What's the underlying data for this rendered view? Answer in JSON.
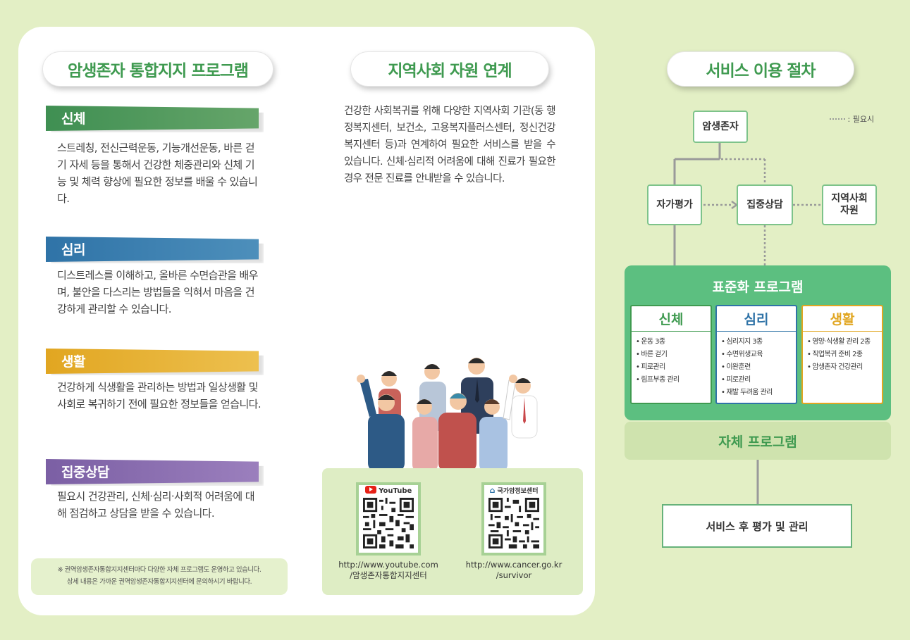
{
  "left": {
    "title": "암생존자 통합지지 프로그램",
    "sections": [
      {
        "label": "신체",
        "text": "스트레칭, 전신근력운동, 기능개선운동, 바른 걷기 자세 등을 통해서 건강한 체중관리와 신체 기능 및 체력 향상에 필요한 정보를 배울 수 있습니다."
      },
      {
        "label": "심리",
        "text": "디스트레스를 이해하고, 올바른 수면습관을 배우며, 불안을 다스리는 방법들을 익혀서 마음을 건강하게 관리할 수 있습니다."
      },
      {
        "label": "생활",
        "text": "건강하게 식생활을 관리하는 방법과 일상생활 및 사회로 복귀하기 전에 필요한 정보들을 얻습니다."
      },
      {
        "label": "집중상담",
        "text": "필요시 건강관리, 신체·심리·사회적 어려움에 대해 점검하고 상담을 받을 수 있습니다."
      }
    ],
    "note_line1": "※ 권역암생존자통합지지센터마다 다양한 자체 프로그램도 운영하고 있습니다.",
    "note_line2": "상세 내용은 가까운 권역암생존자통합지지센터에 문의하시기 바랍니다."
  },
  "middle": {
    "title": "지역사회 자원 연계",
    "text": "건강한 사회복귀를 위해 다양한 지역사회 기관(동 행정복지센터, 보건소, 고용복지플러스센터, 정신건강복지센터 등)과 연계하여 필요한 서비스를 받을 수 있습니다. 신체·심리적 어려움에 대해 진료가 필요한 경우 전문 진료를 안내받을 수 있습니다.",
    "qr": [
      {
        "label": "YouTube",
        "url1": "http://www.youtube.com",
        "url2": "/암생존자통합지지센터"
      },
      {
        "label": "국가암정보센터",
        "url1": "http://www.cancer.go.kr",
        "url2": "/survivor"
      }
    ]
  },
  "right": {
    "title": "서비스 이용 절차",
    "legend": ": 필요시",
    "nodes": {
      "survivor": "암생존자",
      "self_eval": "자가평가",
      "counsel": "집중상담",
      "community1": "지역사회",
      "community2": "자원"
    },
    "standard_title": "표준화 프로그램",
    "columns": [
      {
        "label": "신체",
        "color": "#3f9a50",
        "items": [
          "운동 3종",
          "바른 걷기",
          "피로관리",
          "림프부종 관리"
        ]
      },
      {
        "label": "심리",
        "color": "#2f73a7",
        "items": [
          "심리지지 3종",
          "수면위생교육",
          "이완훈련",
          "피로관리",
          "재발 두려움 관리"
        ]
      },
      {
        "label": "생활",
        "color": "#e1a621",
        "items": [
          "영양·식생활 관리 2종",
          "직업복귀 준비 2종",
          "암생존자 건강관리"
        ]
      }
    ],
    "self_program": "자체 프로그램",
    "after": "서비스 후 평가 및 관리"
  },
  "colors": {
    "green": "#3f9a50",
    "blue": "#2f73a7",
    "yellow": "#e1a621",
    "purple": "#7b5fa4",
    "background": "#e3efc5"
  }
}
